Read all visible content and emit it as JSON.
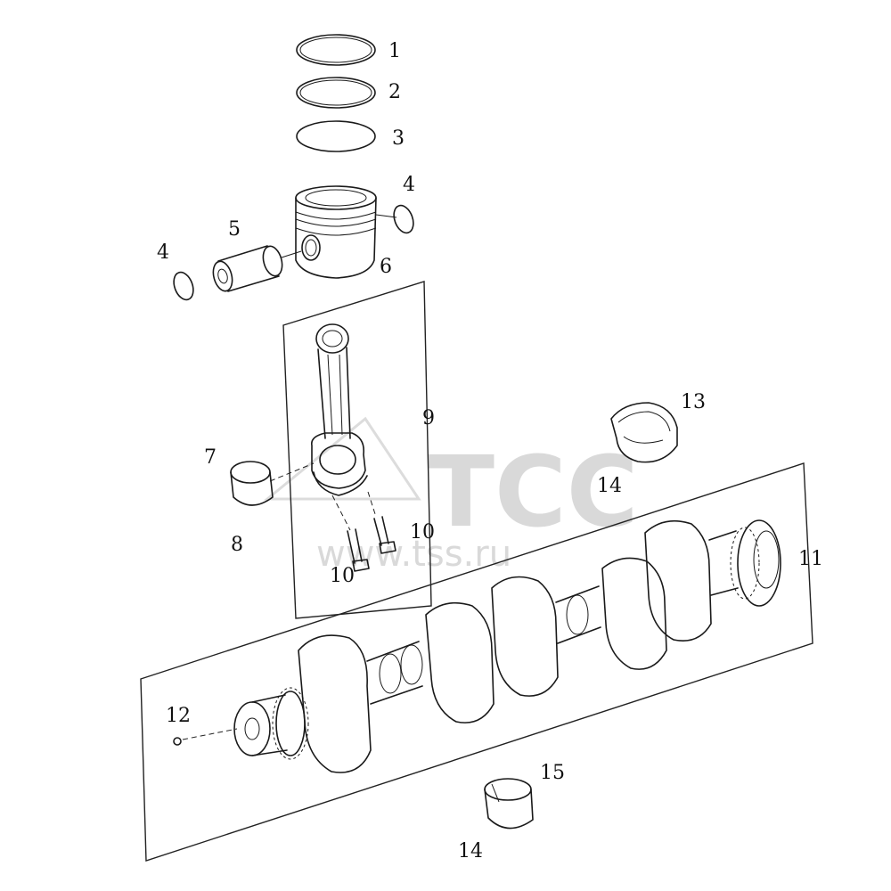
{
  "watermark": {
    "logo_text": "TCC",
    "url_text": "www.tss.ru"
  },
  "callouts": {
    "c1": "1",
    "c2": "2",
    "c3": "3",
    "c4a": "4",
    "c4b": "4",
    "c5": "5",
    "c6": "6",
    "c7": "7",
    "c8": "8",
    "c9": "9",
    "c10a": "10",
    "c10b": "10",
    "c11": "11",
    "c12": "12",
    "c13": "13",
    "c14a": "14",
    "c14b": "14",
    "c15": "15"
  }
}
